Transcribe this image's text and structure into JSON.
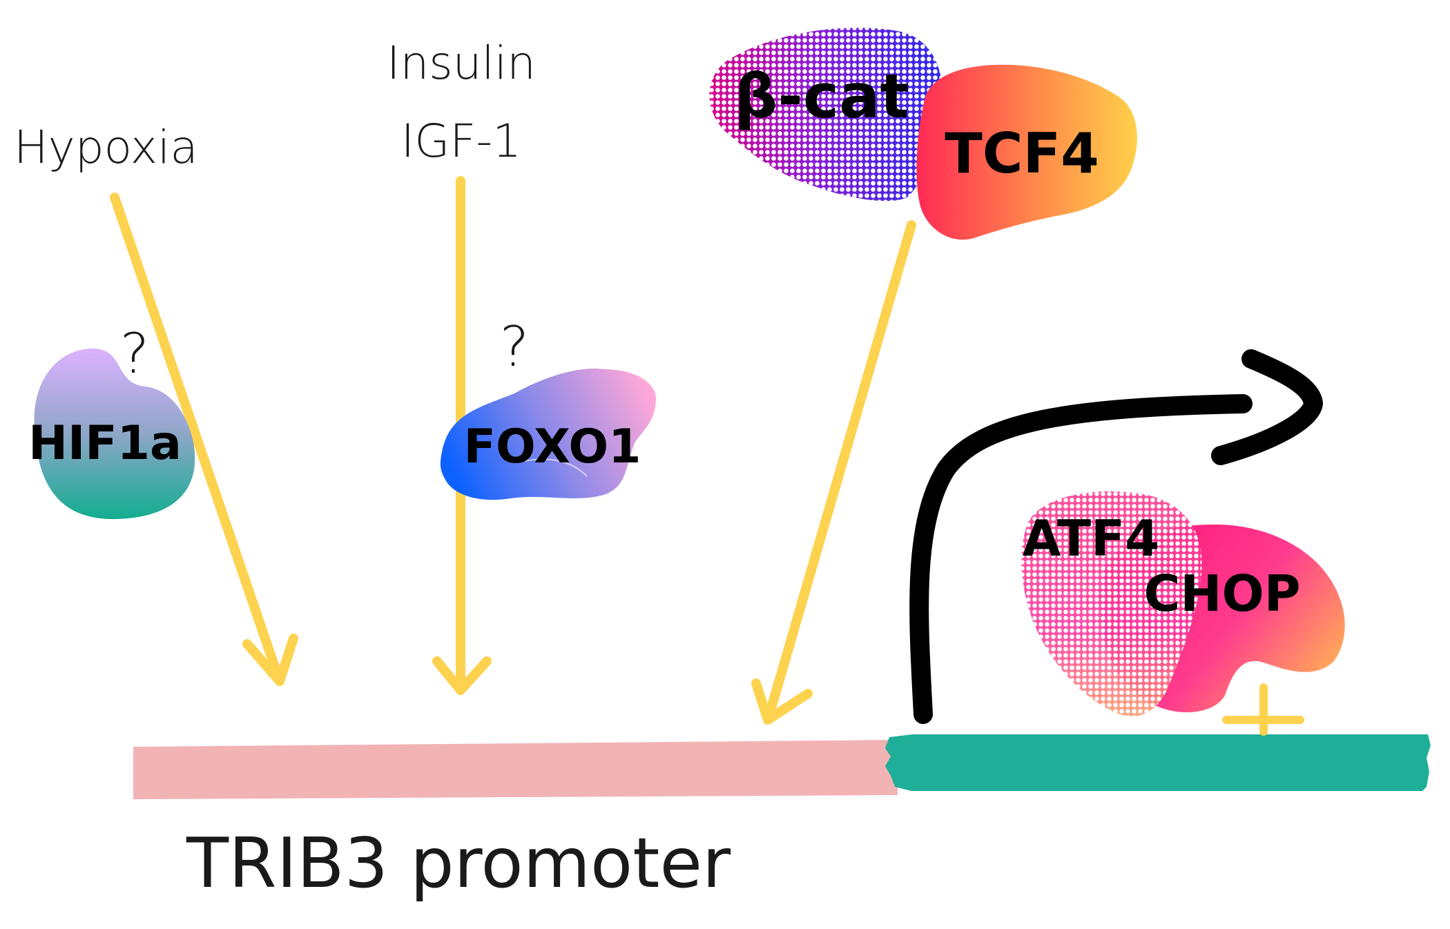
{
  "stimuli": {
    "hypoxia": "Hypoxia",
    "insulin": "Insulin",
    "igf1": "IGF-1"
  },
  "proteins": {
    "hif1a": "HIF1a",
    "foxo1": "FOXO1",
    "beta_cat": "β-cat",
    "tcf4": "TCF4",
    "atf4": "ATF4",
    "chop": "CHOP"
  },
  "marks": {
    "question_hif": "?",
    "question_foxo": "?",
    "plus": "+"
  },
  "promoter": {
    "label": "TRIB3 promoter"
  },
  "colors": {
    "arrow": "#fdd24f",
    "promoter_upstream": "#f2b3b5",
    "promoter_core": "#1faf98",
    "transcription_arrow": "#000000"
  }
}
